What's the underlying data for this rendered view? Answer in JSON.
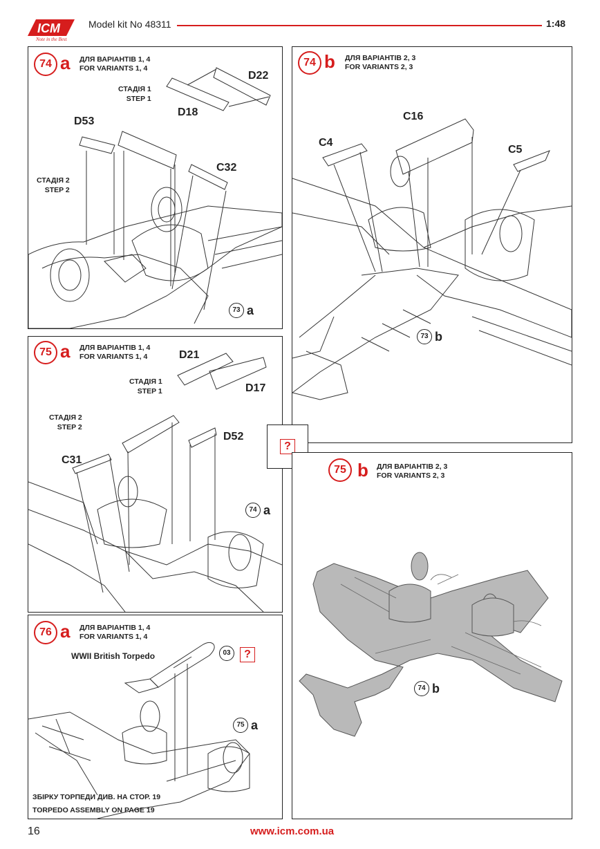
{
  "header": {
    "brand": "ICM",
    "tagline": "Note in the Best",
    "title": "Model kit No 48311",
    "scale": "1:48"
  },
  "steps": {
    "s74a": {
      "number": "74",
      "letter": "a",
      "variant_ua": "ДЛЯ ВАРІАНТІВ 1, 4",
      "variant_en": "FOR VARIANTS 1, 4",
      "stage1_ua": "СТАДІЯ 1",
      "stage1_en": "STEP 1",
      "stage2_ua": "СТАДІЯ 2",
      "stage2_en": "STEP 2",
      "parts": [
        "D22",
        "D18",
        "D53",
        "C32"
      ],
      "ref_num": "73",
      "ref_letter": "a"
    },
    "s74b": {
      "number": "74",
      "letter": "b",
      "variant_ua": "ДЛЯ ВАРІАНТІВ 2, 3",
      "variant_en": "FOR VARIANTS 2, 3",
      "parts": [
        "C16",
        "C4",
        "C5"
      ],
      "ref_num": "73",
      "ref_letter": "b"
    },
    "s75a": {
      "number": "75",
      "letter": "a",
      "variant_ua": "ДЛЯ ВАРІАНТІВ 1, 4",
      "variant_en": "FOR VARIANTS 1, 4",
      "stage1_ua": "СТАДІЯ 1",
      "stage1_en": "STEP 1",
      "stage2_ua": "СТАДІЯ 2",
      "stage2_en": "STEP 2",
      "parts": [
        "D21",
        "D17",
        "D52",
        "C31"
      ],
      "ref_num": "74",
      "ref_letter": "a"
    },
    "s75b": {
      "number": "75",
      "letter": "b",
      "variant_ua": "ДЛЯ ВАРІАНТІВ 2, 3",
      "variant_en": "FOR VARIANTS 2, 3",
      "ref_num": "74",
      "ref_letter": "b"
    },
    "s76a": {
      "number": "76",
      "letter": "a",
      "variant_ua": "ДЛЯ ВАРІАНТІВ 1, 4",
      "variant_en": "FOR VARIANTS 1, 4",
      "torpedo_label": "WWII British Torpedo",
      "paint_ref": "03",
      "ref_num": "75",
      "ref_letter": "a",
      "note_ua": "ЗБІРКУ ТОРПЕДИ ДИВ. НА СТОР. 19",
      "note_en": "TORPEDO ASSEMBLY ON PAGE 19"
    }
  },
  "question_mark": "?",
  "footer": {
    "page_number": "16",
    "url": "www.icm.com.ua"
  },
  "colors": {
    "accent_red": "#d61d1d",
    "line": "#222222",
    "aircraft_gray": "#b9b9b9"
  }
}
